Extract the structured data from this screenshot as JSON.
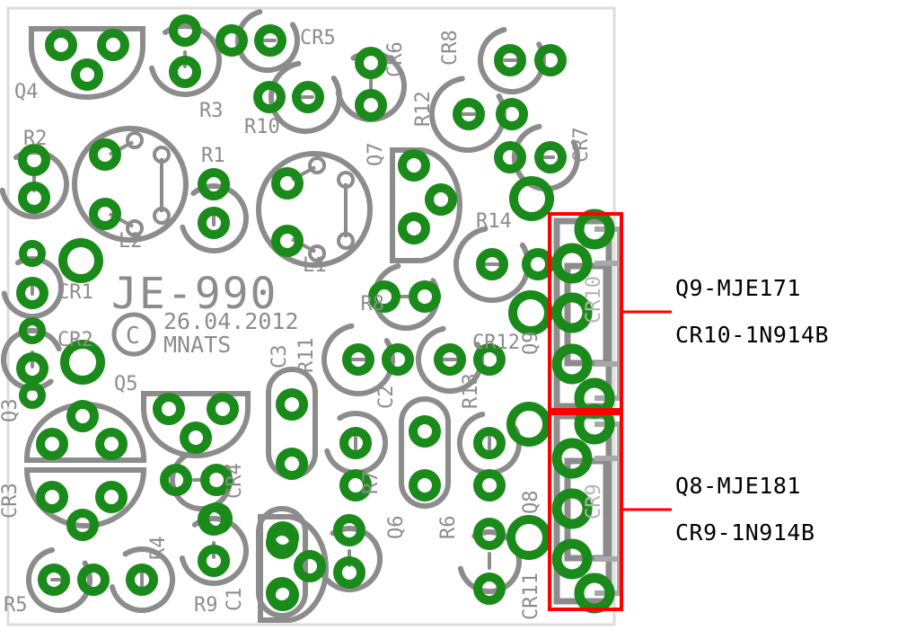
{
  "board": {
    "silkscreen_title": "JE-990",
    "copyright_mark": "C",
    "date": "26.04.2012",
    "author": "MNATS",
    "pad_color": "#1a8a1a",
    "silk_color": "#8c8c8c",
    "highlight_color": "#ff0000",
    "board_outline_color": "#d8d8d8",
    "background": "#ffffff"
  },
  "annotations": [
    {
      "id": "ann-top",
      "line1": "Q9-MJE171",
      "line2": "CR10-1N914B"
    },
    {
      "id": "ann-bottom",
      "line1": "Q8-MJE181",
      "line2": "CR9-1N914B"
    }
  ],
  "designators": {
    "q4": "Q4",
    "q7": "Q7",
    "q5": "Q5",
    "q3": "Q3",
    "q6": "Q6",
    "q8": "Q8",
    "q9": "Q9",
    "r1": "R1",
    "r2": "R2",
    "r3": "R3",
    "r4": "R4",
    "r5": "R5",
    "r6": "R6",
    "r7": "R7",
    "r8": "R8",
    "r9": "R9",
    "r10": "R10",
    "r11": "R11",
    "r12": "R12",
    "r13": "R13",
    "r14": "R14",
    "cr1": "CR1",
    "cr2": "CR2",
    "cr3": "CR3",
    "cr4": "CR4",
    "cr5": "CR5",
    "cr6": "CR6",
    "cr7": "CR7",
    "cr8": "CR8",
    "cr9": "CR9",
    "cr10": "CR10",
    "cr11": "CR11",
    "cr12": "CR12",
    "c1": "C1",
    "c2": "C2",
    "c3": "C3",
    "l1": "L1",
    "l2": "L2"
  }
}
